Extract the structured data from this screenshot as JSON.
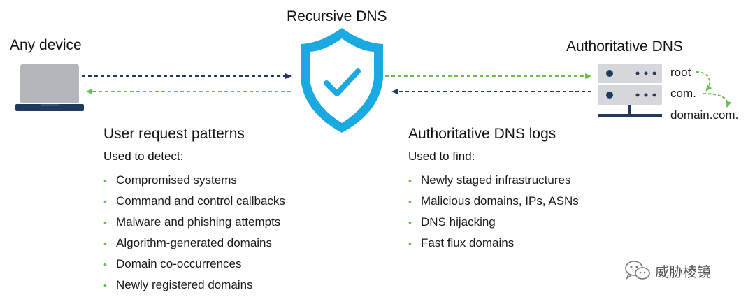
{
  "nodes": {
    "device": {
      "label": "Any device"
    },
    "recursive": {
      "label": "Recursive DNS"
    },
    "authoritative": {
      "label": "Authoritative DNS"
    }
  },
  "servers": {
    "labels": [
      "root",
      "com.",
      "domain.com."
    ]
  },
  "left_panel": {
    "heading": "User request patterns",
    "subheading": "Used to detect:",
    "bullet": "•",
    "items": [
      "Compromised systems",
      "Command and control callbacks",
      "Malware and phishing attempts",
      "Algorithm-generated domains",
      "Domain co-occurrences",
      "Newly registered domains"
    ]
  },
  "right_panel": {
    "heading": "Authoritative DNS logs",
    "subheading": "Used to find:",
    "bullet": "•",
    "items": [
      "Newly staged infrastructures",
      "Malicious domains, IPs, ASNs",
      "DNS hijacking",
      "Fast flux domains"
    ]
  },
  "watermark": {
    "text": "威胁棱镜",
    "icon": "wechat-icon"
  },
  "colors": {
    "navy": "#1f3a5f",
    "green": "#6abf4b",
    "shield": "#1aa9e1",
    "device_gray": "#b3b6ba",
    "server_gray": "#d5d7da"
  }
}
